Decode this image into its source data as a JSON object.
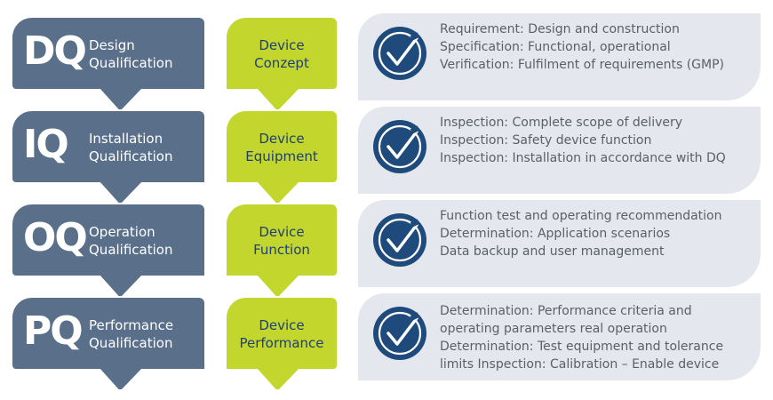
{
  "stages": [
    {
      "abbr": "DQ",
      "name_line1": "Design",
      "name_line2": "Qualification",
      "device_line1": "Device",
      "device_line2": "Conzept",
      "items": [
        "Requirement: Design and construction",
        "Specification: Functional, operational",
        "Verification: Fulfilment of requirements (GMP)"
      ]
    },
    {
      "abbr": "IQ",
      "name_line1": "Installation",
      "name_line2": "Qualification",
      "device_line1": "Device",
      "device_line2": "Equipment",
      "items": [
        "Inspection: Complete scope of delivery",
        "Inspection: Safety device function",
        "Inspection: Installation in accordance with DQ"
      ]
    },
    {
      "abbr": "OQ",
      "name_line1": "Operation",
      "name_line2": "Qualification",
      "device_line1": "Device",
      "device_line2": "Function",
      "items": [
        "Function test and operating recommendation",
        "Determination: Application scenarios",
        "Data backup and user management"
      ]
    },
    {
      "abbr": "PQ",
      "name_line1": "Performance",
      "name_line2": "Qualification",
      "device_line1": "Device",
      "device_line2": "Performance",
      "items": [
        "Determination: Performance criteria and",
        "operating parameters real operation",
        "Determination: Test equipment and tolerance",
        "limits Inspection: Calibration – Enable device"
      ]
    }
  ],
  "colors": {
    "qualification": "#5a6f8a",
    "device": "#c2d62e",
    "check": "#1f4a7c",
    "panel": "#e4e7ee"
  }
}
